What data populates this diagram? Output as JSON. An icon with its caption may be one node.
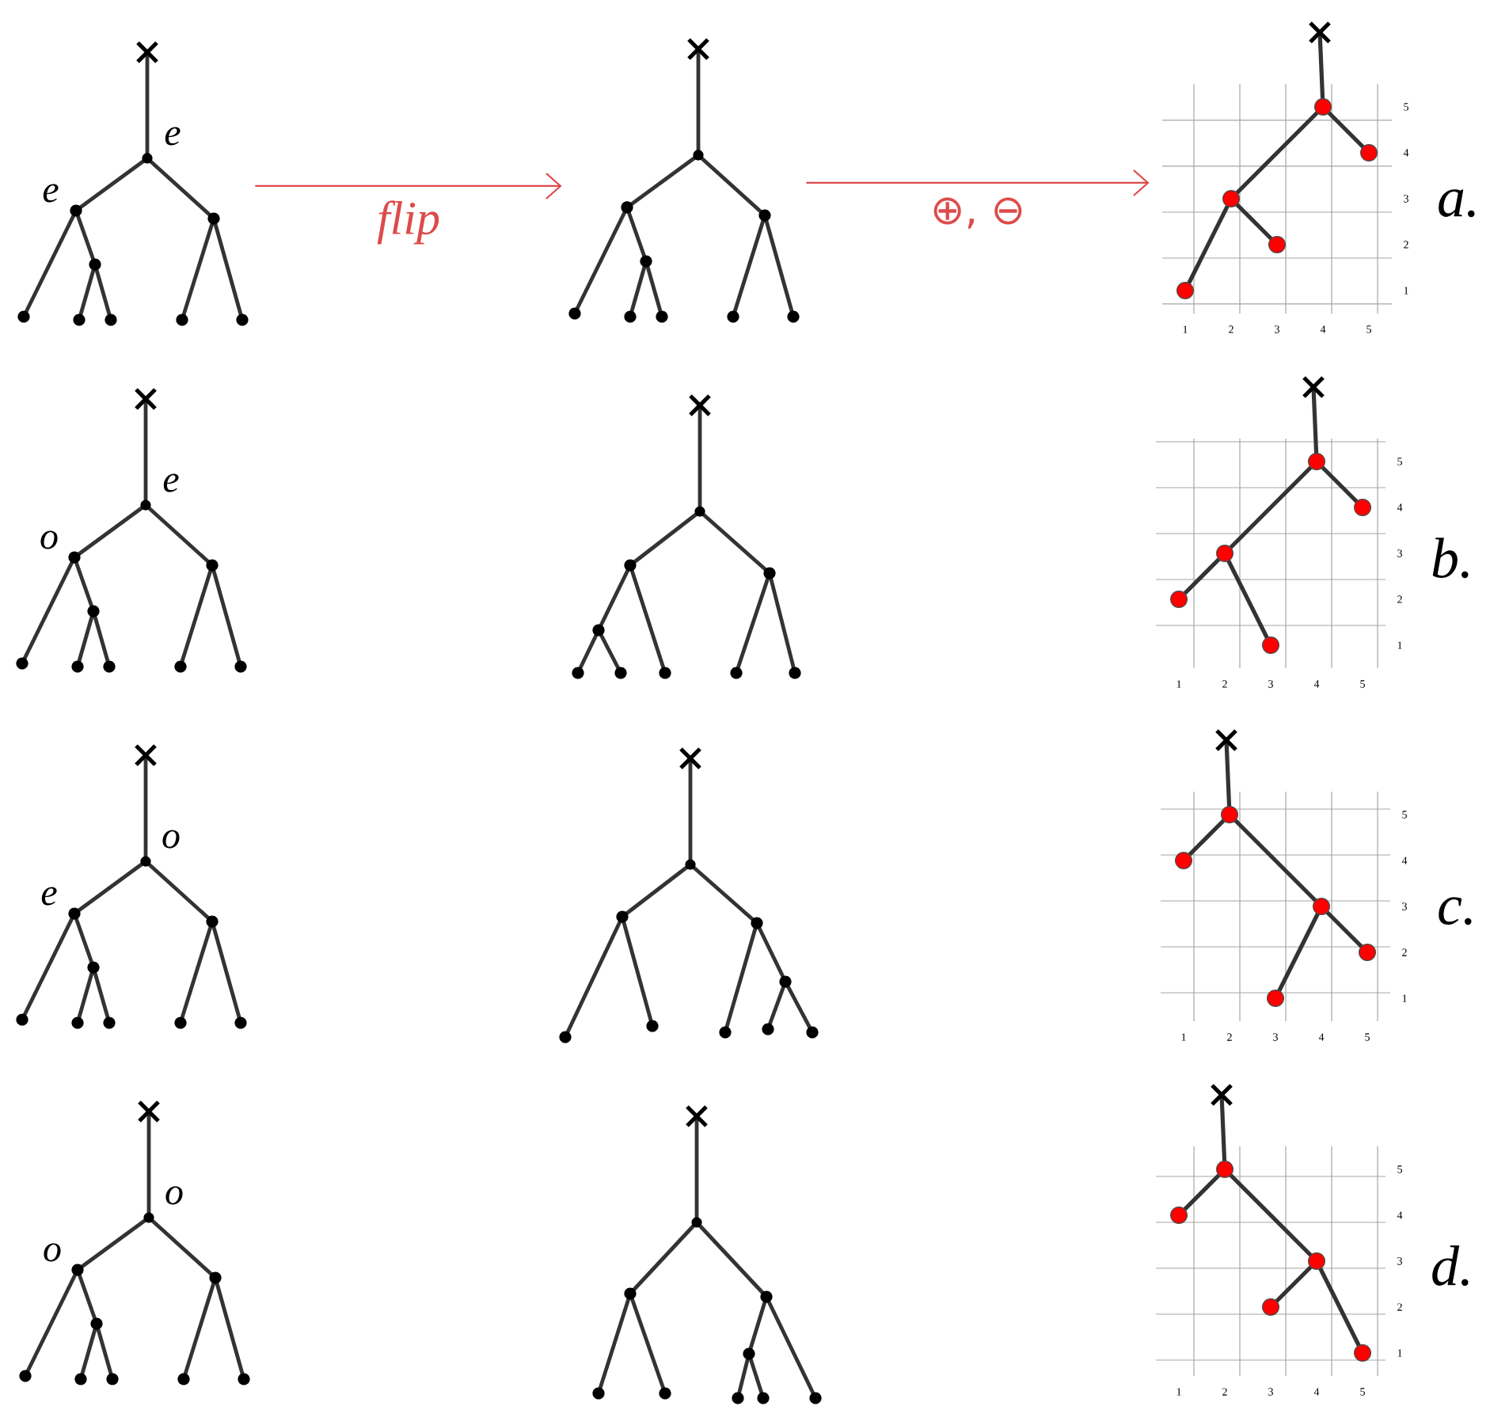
{
  "diagram": {
    "nodes": [
      {
        "text": [
          "e",
          "e"
        ]
      },
      {
        "text": [],
        "shape": "picture"
      },
      {
        "text": [],
        "shape": "picture",
        "beside": [
          "5",
          "4",
          "3",
          "2",
          "1",
          "1",
          "2",
          "3",
          "4",
          "5",
          "a."
        ]
      },
      {
        "text": [
          "e",
          "o"
        ]
      },
      {
        "text": [],
        "shape": "picture"
      },
      {
        "text": [],
        "shape": "picture",
        "beside": [
          "5",
          "4",
          "3",
          "2",
          "1",
          "1",
          "2",
          "3",
          "4",
          "5",
          "b."
        ]
      },
      {
        "text": [
          "o",
          "e"
        ]
      },
      {
        "text": [],
        "shape": "picture"
      },
      {
        "text": [],
        "shape": "picture",
        "beside": [
          "5",
          "4",
          "3",
          "2",
          "1",
          "1",
          "2",
          "3",
          "4",
          "5",
          "c."
        ]
      },
      {
        "text": [
          "o",
          "o"
        ]
      },
      {
        "text": [],
        "shape": "picture"
      },
      {
        "text": [],
        "shape": "picture",
        "beside": [
          "5",
          "4",
          "3",
          "2",
          "1",
          "1",
          "2",
          "3",
          "4",
          "5",
          "d."
        ]
      }
    ],
    "edges": [
      {
        "from": 0,
        "to": 1,
        "arrow": "to",
        "label": "flip"
      },
      {
        "from": 1,
        "to": 2,
        "arrow": "to",
        "label": "⊕, ⊖"
      }
    ]
  }
}
